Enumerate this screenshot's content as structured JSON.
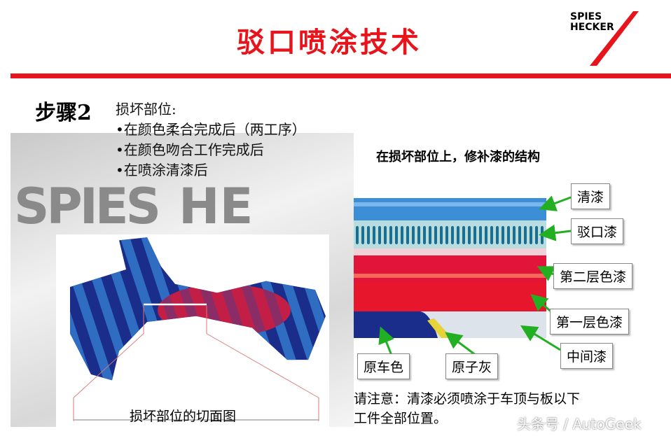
{
  "title": "驳口喷涂技术",
  "logo": {
    "line1": "SPIES",
    "line2": "HECKER",
    "accent": "#e8141c"
  },
  "step": {
    "label": "步骤2",
    "heading": "损坏部位:",
    "bullets": [
      "•在颜色柔合完成后（两工序）",
      "•在颜色吻合工作完成后",
      "•在喷涂清漆后"
    ]
  },
  "background_watermark": {
    "line1": "SPIES",
    "line2": "HE"
  },
  "left_figure": {
    "caption": "损坏部位的切面图"
  },
  "right_figure": {
    "title": "在损坏部位上，修补漆的结构",
    "labels": {
      "clearcoat": "清漆",
      "blend": "驳口漆",
      "basecoat2": "第二层色漆",
      "basecoat1": "第一层色漆",
      "primer": "中间漆",
      "original": "原车色",
      "putty": "原子灰"
    }
  },
  "note": {
    "line1": "请注意：清漆必须喷涂于车顶与板以下",
    "line2": "工件全部位置。"
  },
  "watermark": "头条号 / AutoGeek",
  "colors": {
    "red": "#e8141c",
    "blue": "#2b7fd0",
    "navy": "#1a2d8a",
    "arrow": "#22b022"
  }
}
